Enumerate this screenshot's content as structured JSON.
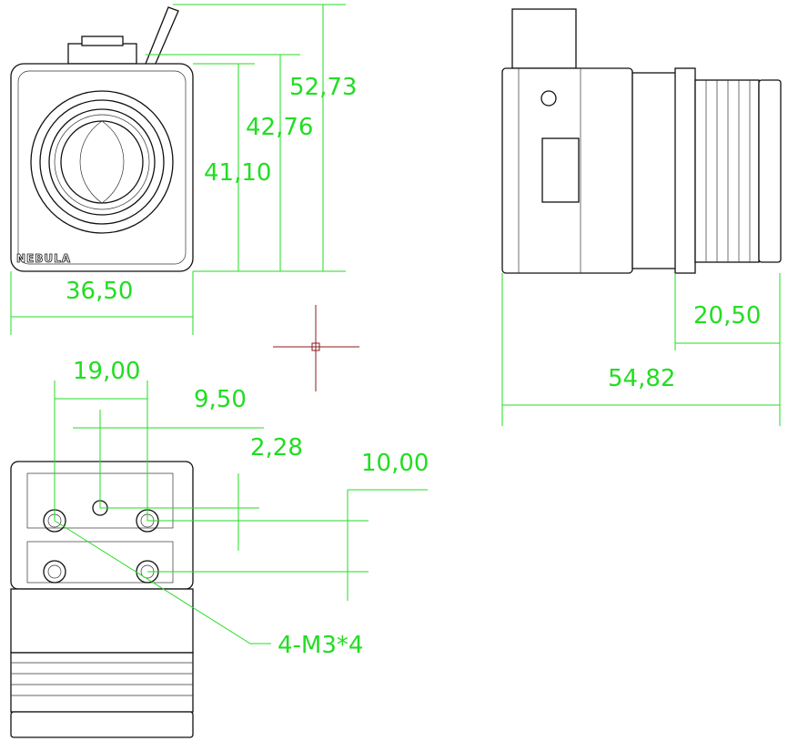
{
  "drawing": {
    "logo_text": "NEBULA",
    "front_view": {
      "dimensions": [
        "52,73",
        "42,76",
        "41,10",
        "36,50"
      ]
    },
    "side_view": {
      "dimensions": [
        "20,50",
        "54,82"
      ]
    },
    "bottom_view": {
      "dimensions": [
        "19,00",
        "9,50",
        "2,28",
        "10,00"
      ],
      "callout": "4-M3*4"
    },
    "colors": {
      "dimension": "#22dd22",
      "outline": "#111111",
      "crosshair": "#8b1a1a"
    }
  }
}
